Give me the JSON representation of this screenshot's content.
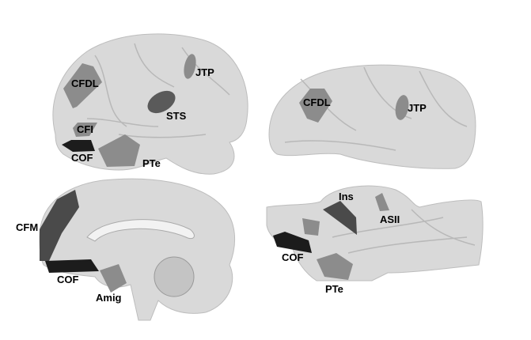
{
  "colors": {
    "background": "#ffffff",
    "brain_tissue": "#d9d9d9",
    "region_light": "#8c8c8c",
    "region_medium": "#5a5a5a",
    "region_dark": "#4a4a4a",
    "region_black": "#1c1c1c"
  },
  "panels": {
    "lateral_left": {
      "labels": {
        "cfdl": "CFDL",
        "jtp": "JTP",
        "sts": "STS",
        "cfi": "CFI",
        "cof": "COF",
        "pte": "PTe"
      }
    },
    "lateral_right": {
      "labels": {
        "cfdl": "CFDL",
        "jtp": "JTP"
      }
    },
    "medial": {
      "labels": {
        "cfm": "CFM",
        "cof": "COF",
        "amig": "Amig"
      }
    },
    "ventral": {
      "labels": {
        "ins": "Ins",
        "asii": "ASII",
        "cof": "COF",
        "pte": "PTe"
      }
    }
  }
}
